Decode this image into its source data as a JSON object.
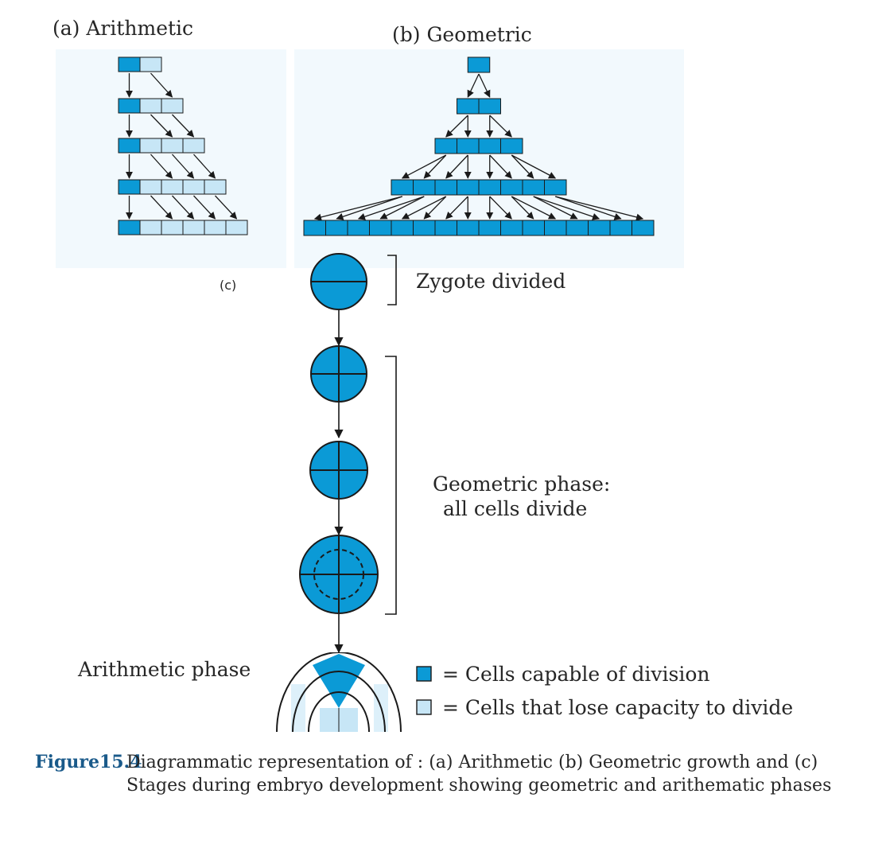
{
  "panels": {
    "a_title": "(a) Arithmetic",
    "b_title": "(b) Geometric",
    "c_label": "(c)"
  },
  "stages": {
    "zygote": "Zygote divided",
    "geometric_line1": "Geometric phase:",
    "geometric_line2": "all cells divide",
    "arithmetic": "Arithmetic phase"
  },
  "legend": {
    "dividing": "= Cells capable of division",
    "non_dividing": "= Cells that lose capacity to divide"
  },
  "caption": {
    "label": "Figure15.4",
    "text": "Diagrammatic representation of : (a) Arithmetic (b) Geometric growth and (c) Stages during embryo development showing geometric and arithematic phases"
  },
  "colors": {
    "dividing": "#0b9ad6",
    "non_dividing": "#c7e6f6",
    "outline": "#1a1a1a",
    "panel_bg": "#eaf5fb"
  }
}
